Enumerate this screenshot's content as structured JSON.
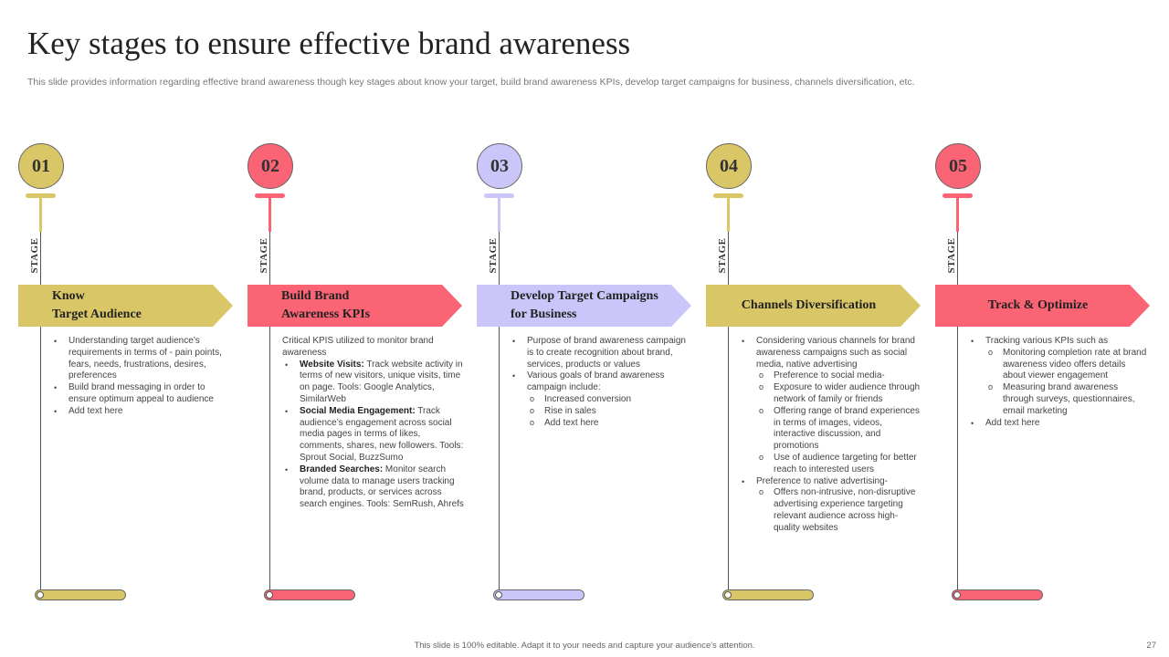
{
  "title": "Key stages to ensure effective  brand awareness",
  "subtitle": "This slide provides information regarding effective brand awareness though key stages about know your target, build brand awareness KPIs, develop target campaigns for business, channels diversification, etc.",
  "stage_label": "STAGE",
  "colors": {
    "gold": "#D9C666",
    "pink": "#FA6475",
    "lavender": "#CBC6FA"
  },
  "stages": [
    {
      "number": "01",
      "banner_lines": [
        "Know",
        "Target Audience"
      ],
      "items": [
        {
          "type": "b1",
          "text": "Understanding target audience’s requirements in terms of - pain points, fears, needs, frustrations, desires, preferences"
        },
        {
          "type": "b1",
          "text": "Build brand messaging in order to ensure optimum  appeal to audience"
        },
        {
          "type": "b1",
          "text": "Add text here"
        }
      ]
    },
    {
      "number": "02",
      "banner_lines": [
        "Build Brand",
        "Awareness KPIs"
      ],
      "items": [
        {
          "type": "plain",
          "text": "Critical KPIS  utilized to monitor brand awareness"
        },
        {
          "type": "b1",
          "bold": "Website Visits:",
          "text": " Track website activity in terms of new visitors, unique visits, time on page. Tools: Google Analytics, SimilarWeb"
        },
        {
          "type": "b1",
          "bold": "Social Media Engagement:",
          "text": " Track audience’s engagement across social media pages in terms of likes, comments, shares, new followers. Tools: Sprout Social, BuzzSumo"
        },
        {
          "type": "b1",
          "bold": "Branded Searches:",
          "text": " Monitor search volume data to manage users tracking brand, products, or services across search engines. Tools: SemRush,  Ahrefs"
        }
      ]
    },
    {
      "number": "03",
      "banner_lines": [
        "Develop Target Campaigns",
        "for Business"
      ],
      "items": [
        {
          "type": "b1",
          "text": "Purpose of brand awareness campaign is to create recognition about brand, services, products or values"
        },
        {
          "type": "b1",
          "text": "Various goals of brand awareness campaign include:"
        },
        {
          "type": "b2",
          "text": "Increased conversion"
        },
        {
          "type": "b2",
          "text": "Rise in sales"
        },
        {
          "type": "b2",
          "text": "Add text here"
        }
      ]
    },
    {
      "number": "04",
      "banner_lines": [
        "Channels Diversification"
      ],
      "items": [
        {
          "type": "b1",
          "text": "Considering various channels for brand awareness campaigns such as social media,  native advertising"
        },
        {
          "type": "b2",
          "text": "Preference to social media-"
        },
        {
          "type": "b2",
          "text": "Exposure to wider audience through network of family or friends"
        },
        {
          "type": "b2",
          "text": "Offering range of brand experiences in terms of images, videos, interactive discussion, and promotions"
        },
        {
          "type": "b2",
          "text": "Use of audience targeting for better reach to interested users"
        },
        {
          "type": "b1",
          "text": "Preference to native advertising-"
        },
        {
          "type": "b2",
          "text": "Offers non-intrusive, non-disruptive advertising experience targeting relevant audience across high-quality websites"
        }
      ]
    },
    {
      "number": "05",
      "banner_lines": [
        "Track & Optimize"
      ],
      "items": [
        {
          "type": "b1",
          "text": "Tracking various KPIs  such as"
        },
        {
          "type": "b2",
          "text": "Monitoring completion rate at brand awareness video offers details about viewer engagement"
        },
        {
          "type": "b2",
          "text": "Measuring brand awareness through surveys, questionnaires, email marketing"
        },
        {
          "type": "b1",
          "text": "Add text here"
        }
      ]
    }
  ],
  "footer": "This slide is 100% editable.  Adapt it to your needs and capture your audience's attention.",
  "page_number": "27"
}
